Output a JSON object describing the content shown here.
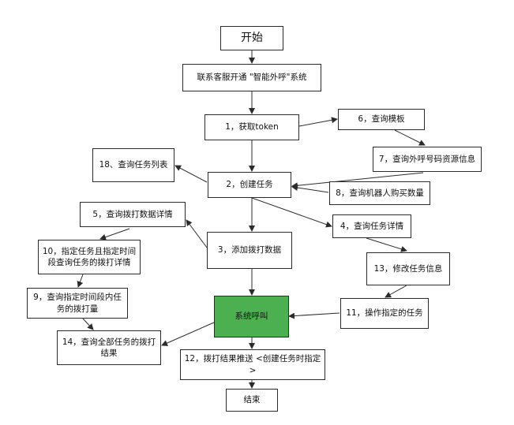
{
  "nodes": {
    "start": "开始",
    "open": "联系客服开通 \"智能外呼\"系统",
    "n1": "1，获取token",
    "n6": "6，查询模板",
    "n7": "7，查询外呼号码资源信息",
    "n18": "18、查询任务列表",
    "n2": "2，创建任务",
    "n8": "8，查询机器人购买数量",
    "n5": "5，查询拨打数据详情",
    "n4": "4，查询任务详情",
    "n10a": "10，指定任务且指定时间",
    "n10b": "段查询任务的拨打详情",
    "n3": "3，添加拨打数据",
    "n13": "13，修改任务信息",
    "n9a": "9，查询指定时间段内任",
    "n9b": "务的拨打量",
    "call": "系统呼叫",
    "n11": "11，操作指定的任务",
    "n14a": "14，查询全部任务的拨打",
    "n14b": "结果",
    "n12": "12，拨打结果推送 <创建任务时指定>",
    "end": "结束"
  },
  "colors": {
    "call_fill": "#4caf50",
    "line": "#2b2b2b"
  }
}
